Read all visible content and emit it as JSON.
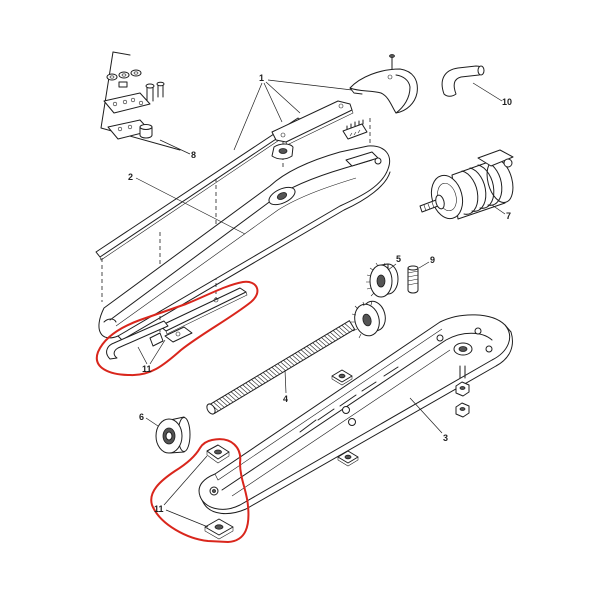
{
  "diagram": {
    "labels": {
      "part_1": "1",
      "part_2": "2",
      "part_3": "3",
      "part_4": "4",
      "part_5": "5",
      "part_6": "6",
      "part_7": "7",
      "part_8": "8",
      "part_9": "9",
      "part_10": "10",
      "part_11_upper": "11",
      "part_11_lower": "11"
    },
    "colors": {
      "line": "#1e1e1e",
      "highlight": "#d9261c",
      "background": "#ffffff"
    }
  }
}
